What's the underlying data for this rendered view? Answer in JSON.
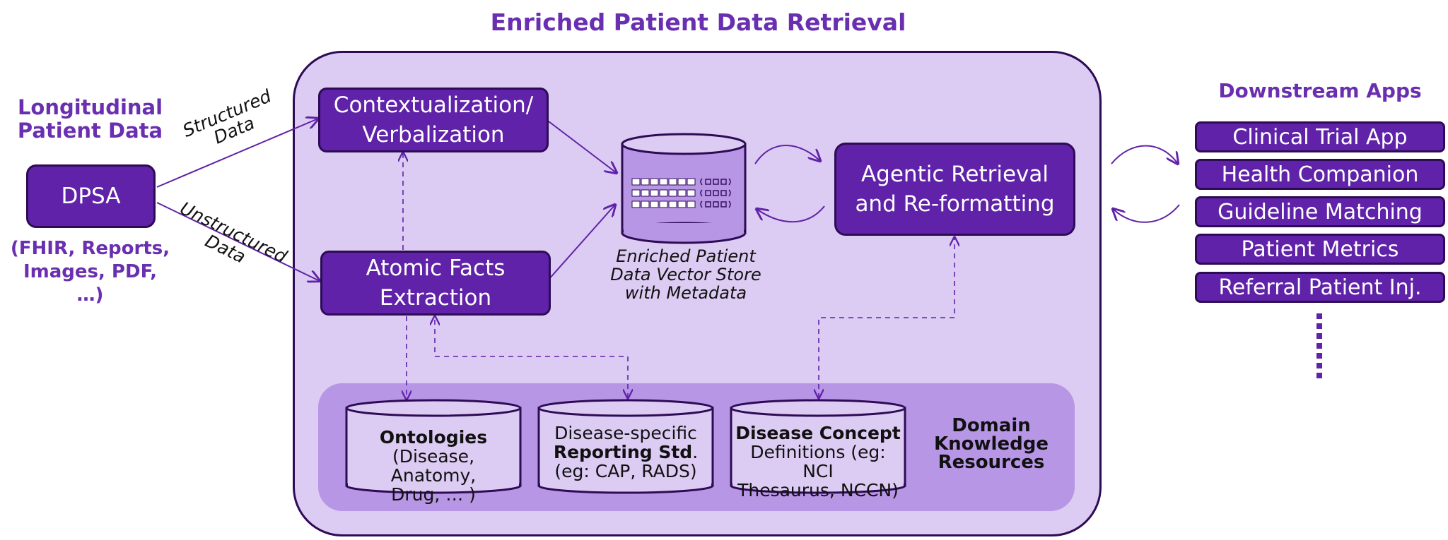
{
  "title": "Enriched Patient Data Retrieval",
  "left": {
    "heading_line1": "Longitudinal",
    "heading_line2": "Patient Data",
    "source_box": "DPSA",
    "source_note_line1": "(FHIR, Reports,",
    "source_note_line2": "Images, PDF, …)",
    "structured_line1": "Structured",
    "structured_line2": "Data",
    "unstructured_line1": "Unstructured",
    "unstructured_line2": "Data"
  },
  "pipeline": {
    "contextualization": "Contextualization/\nVerbalization",
    "atomic_facts": "Atomic Facts\nExtraction",
    "store_caption_line1": "Enriched Patient",
    "store_caption_line2": "Data Vector Store",
    "store_caption_line3": "with Metadata",
    "agentic": "Agentic Retrieval\nand Re-formatting"
  },
  "knowledge": {
    "label_line1": "Domain",
    "label_line2": "Knowledge",
    "label_line3": "Resources",
    "ontologies_bold": "Ontologies",
    "ontologies_line2": "(Disease, Anatomy,",
    "ontologies_line3": "Drug, … )",
    "reporting_line1": "Disease-specific",
    "reporting_bold": "Reporting Std",
    "reporting_suffix": ".",
    "reporting_line3": "(eg: CAP, RADS)",
    "concept_bold": "Disease Concept",
    "concept_line2": "Definitions (eg: NCI",
    "concept_line3": "Thesaurus, NCCN)"
  },
  "downstream": {
    "heading": "Downstream Apps",
    "apps": [
      "Clinical Trial App",
      "Health Companion",
      "Guideline Matching",
      "Patient Metrics",
      "Referral Patient Inj."
    ]
  },
  "colors": {
    "accent": "#6a2fb0",
    "box_fill": "#5f22a8",
    "panel_fill": "#dccbf2",
    "knowledge_fill": "#b896e6",
    "outline": "#2e0b55"
  }
}
